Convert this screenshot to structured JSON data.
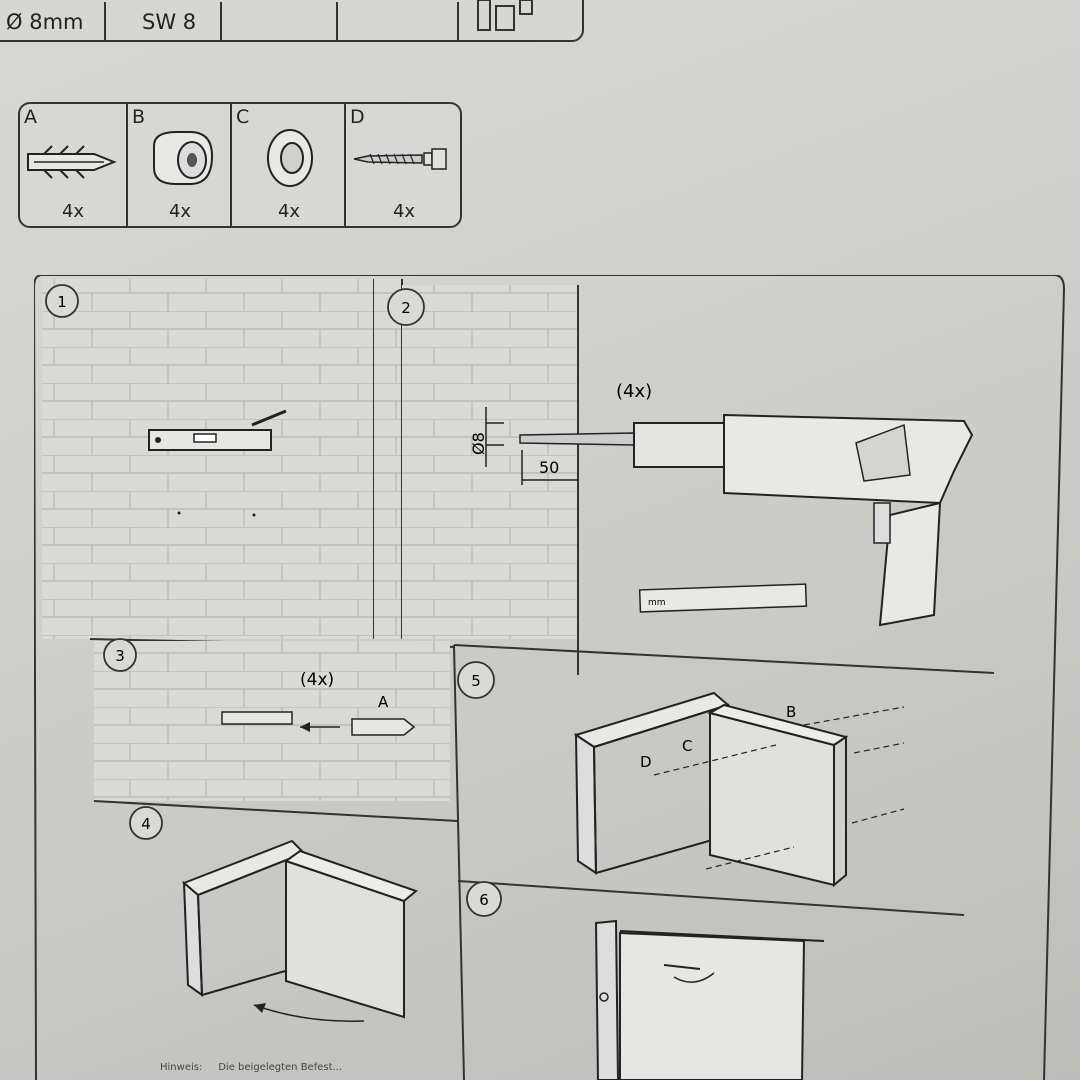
{
  "tools": {
    "drill_size": "Ø 8mm",
    "wrench": "SW 8"
  },
  "parts": [
    {
      "letter": "A",
      "name": "wall-plug",
      "qty": "4x"
    },
    {
      "letter": "B",
      "name": "spacer",
      "qty": "4x"
    },
    {
      "letter": "C",
      "name": "washer",
      "qty": "4x"
    },
    {
      "letter": "D",
      "name": "screw",
      "qty": "4x"
    }
  ],
  "steps": {
    "s1": "1",
    "s2": "2",
    "s3": "3",
    "s4": "4",
    "s5": "5",
    "s6": "6",
    "qty_drill": "(4x)",
    "qty_plug": "(4x)",
    "dim_diameter": "Ø8",
    "dim_depth": "50",
    "label_a": "A",
    "label_b": "B",
    "label_c": "C",
    "label_d": "D"
  },
  "footer": {
    "label": "Hinweis:",
    "text": "Die beigelegten Befest..."
  }
}
